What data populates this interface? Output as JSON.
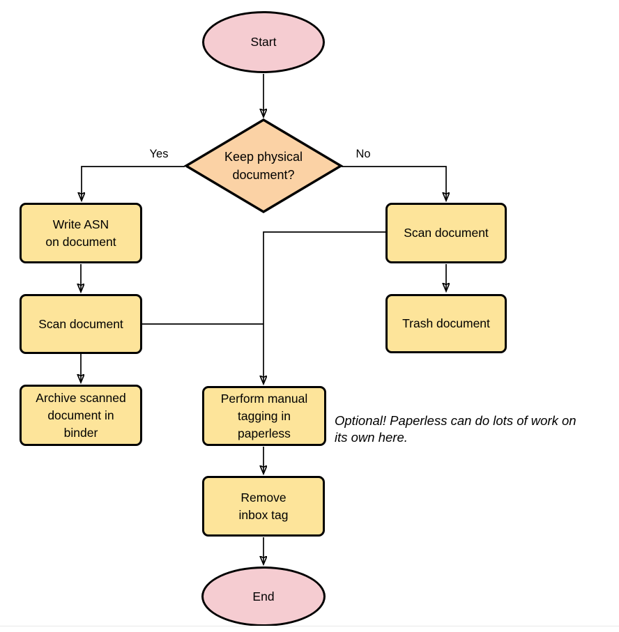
{
  "colors": {
    "background": "#ffffff",
    "terminal_fill": "#f5ccd1",
    "decision_fill": "#fbd2a5",
    "process_fill": "#fde49a",
    "outline": "#000000",
    "text": "#000000"
  },
  "nodes": {
    "start": "Start",
    "decision": "Keep physical\ndocument?",
    "write_asn": "Write ASN\non document",
    "scan_left": "Scan document",
    "archive": "Archive scanned\ndocument in\nbinder",
    "scan_right": "Scan document",
    "trash": "Trash document",
    "perform_tagging": "Perform manual\ntagging in\npaperless",
    "remove_inbox": "Remove\ninbox tag",
    "end": "End"
  },
  "edge_labels": {
    "yes": "Yes",
    "no": "No"
  },
  "annotation": "Optional! Paperless can do lots of work on\nits own here."
}
